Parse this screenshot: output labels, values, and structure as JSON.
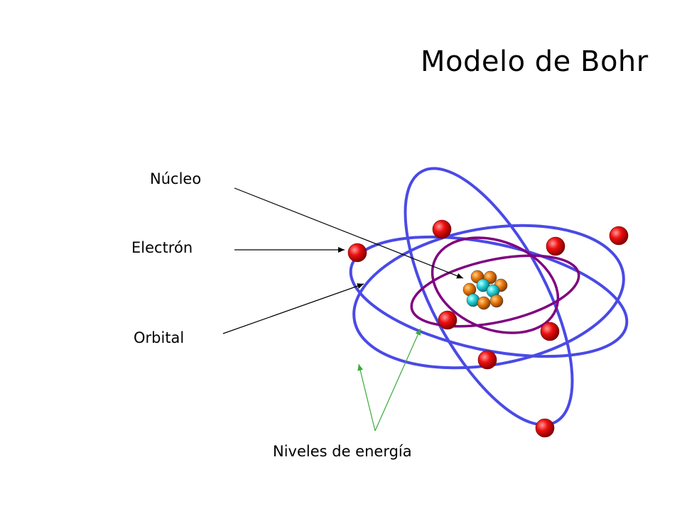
{
  "title": "Modelo de Bohr",
  "labels": {
    "nucleus": "Núcleo",
    "electron": "Electrón",
    "orbital": "Orbital",
    "energy_levels": "Niveles de energía"
  },
  "colors": {
    "outer_orbit": "#4a4ae6",
    "inner_orbit": "#800080",
    "electron": "#e00000",
    "proton": "#e0780a",
    "neutron": "#20d0d8",
    "pointer_arrow": "#000000",
    "energy_arrow": "#3aaa3a"
  }
}
